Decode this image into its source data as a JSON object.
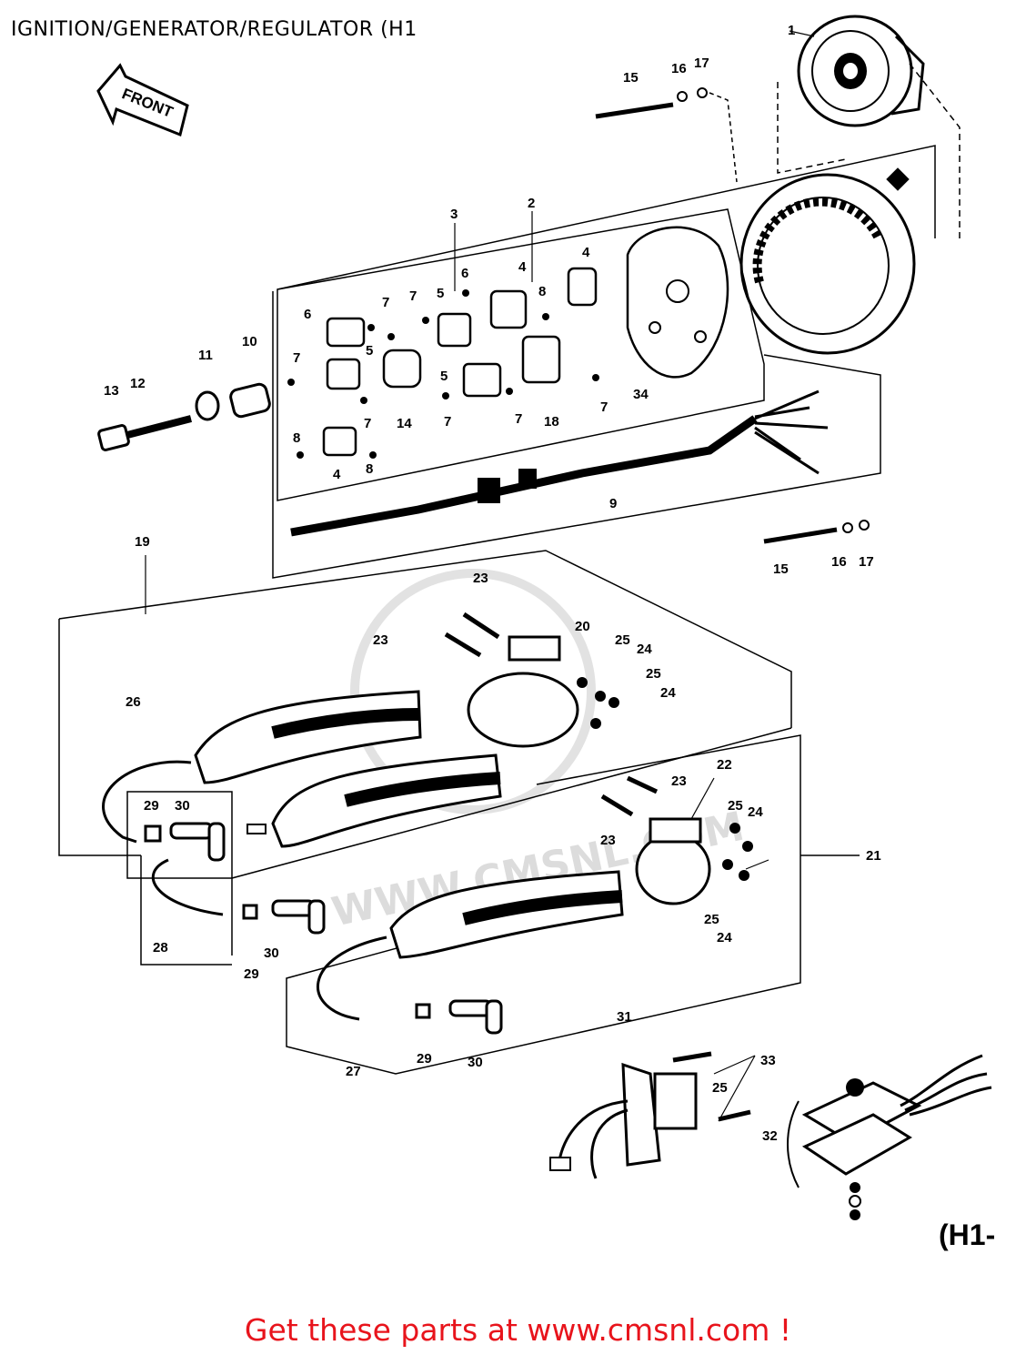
{
  "title": "IGNITION/GENERATOR/REGULATOR (H1",
  "front_label": "FRONT",
  "model_tag": "(H1-",
  "watermark": "WWW.CMSNL.COM",
  "footer": "Get these parts at www.cmsnl.com !",
  "callouts": {
    "c1": "1",
    "c2": "2",
    "c3": "3",
    "c4a": "4",
    "c4b": "4",
    "c4c": "4",
    "c5a": "5",
    "c5b": "5",
    "c5c": "5",
    "c6a": "6",
    "c6b": "6",
    "c7a": "7",
    "c7b": "7",
    "c7c": "7",
    "c7d": "7",
    "c7e": "7",
    "c7f": "7",
    "c7g": "7",
    "c8a": "8",
    "c8b": "8",
    "c8c": "8",
    "c9": "9",
    "c10": "10",
    "c11": "11",
    "c12": "12",
    "c13": "13",
    "c14": "14",
    "c15a": "15",
    "c15b": "15",
    "c16a": "16",
    "c16b": "16",
    "c17a": "17",
    "c17b": "17",
    "c18": "18",
    "c19": "19",
    "c20": "20",
    "c21": "21",
    "c22": "22",
    "c23a": "23",
    "c23b": "23",
    "c23c": "23",
    "c23d": "23",
    "c24a": "24",
    "c24b": "24",
    "c24c": "24",
    "c24d": "24",
    "c25a": "25",
    "c25b": "25",
    "c25c": "25",
    "c25d": "25",
    "c25e": "25",
    "c26": "26",
    "c27": "27",
    "c28": "28",
    "c29a": "29",
    "c29b": "29",
    "c29c": "29",
    "c30a": "30",
    "c30b": "30",
    "c30c": "30",
    "c31": "31",
    "c32": "32",
    "c33": "33",
    "c34": "34"
  }
}
